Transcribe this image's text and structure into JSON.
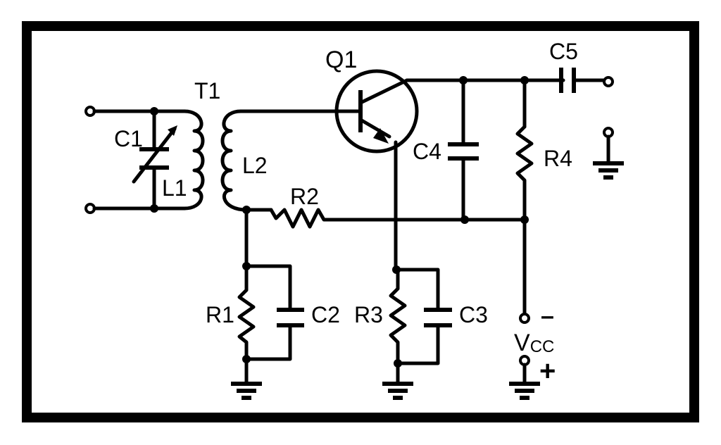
{
  "schematic": {
    "labels": {
      "q1": "Q1",
      "t1": "T1",
      "c1": "C1",
      "l1": "L1",
      "l2": "L2",
      "r1": "R1",
      "r2": "R2",
      "r3": "R3",
      "r4": "R4",
      "c2": "C2",
      "c3": "C3",
      "c4": "C4",
      "c5": "C5",
      "vcc_main": "V",
      "vcc_sub": "CC",
      "minus": "–",
      "plus": "+"
    }
  }
}
